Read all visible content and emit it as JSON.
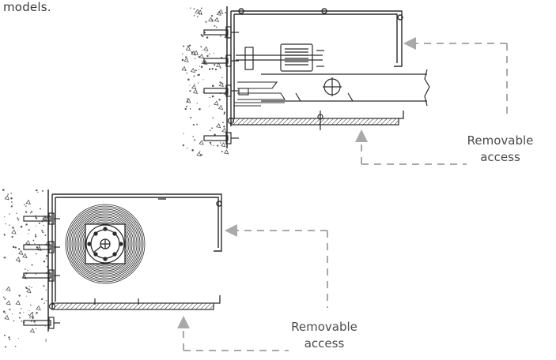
{
  "fragment_text": "models.",
  "callouts": [
    {
      "line1": "Removable",
      "line2": "access"
    },
    {
      "line1": "Removable",
      "line2": "access"
    }
  ],
  "colors": {
    "line": "#2b2b2b",
    "dashed_arrow": "#a9a9a9",
    "concrete_dots": "#555555"
  }
}
